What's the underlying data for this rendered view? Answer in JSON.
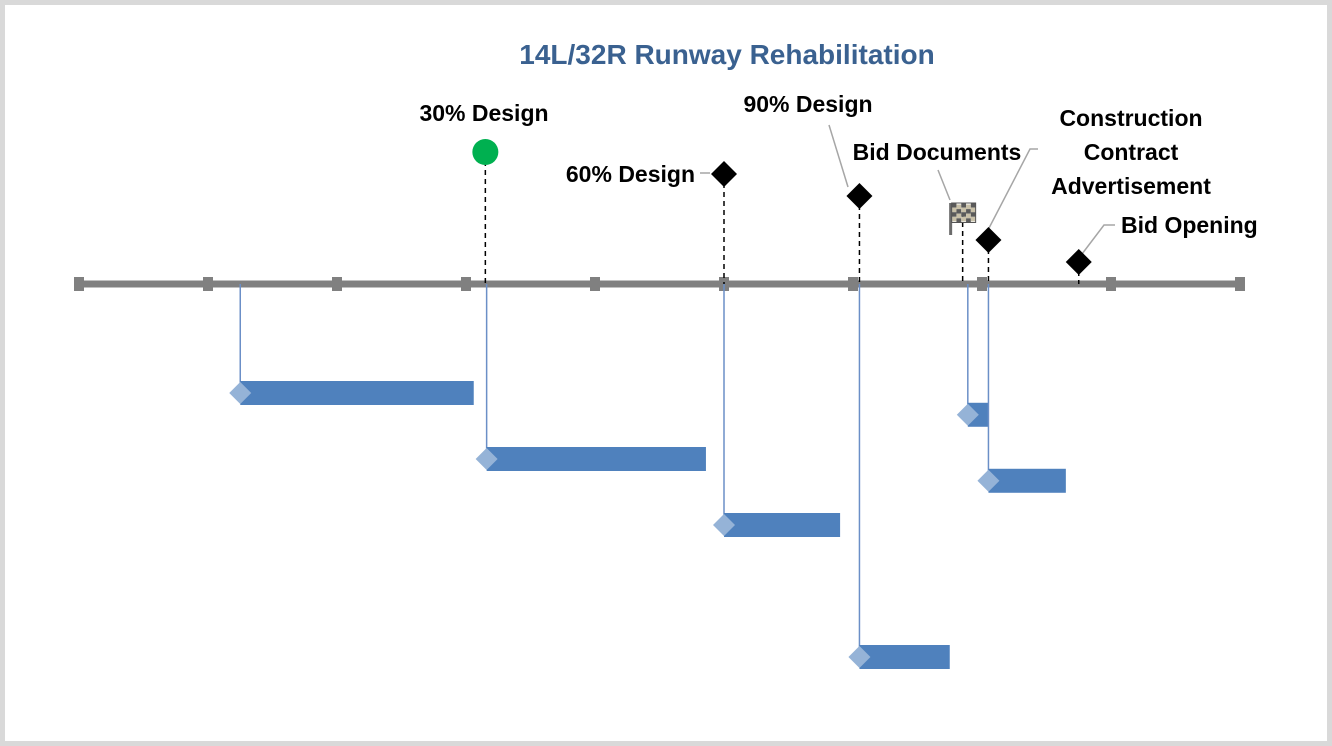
{
  "chart_data": {
    "type": "timeline",
    "title": "14L/32R Runway Rehabilitation",
    "axis": {
      "min": 0,
      "max": 9
    },
    "milestones": [
      {
        "label": "30% Design",
        "position": 3.15,
        "marker": "circle"
      },
      {
        "label": "60% Design",
        "position": 5.0,
        "marker": "diamond"
      },
      {
        "label": "90% Design",
        "position": 6.05,
        "marker": "diamond"
      },
      {
        "label": "Bid Documents",
        "position": 6.85,
        "marker": "flag"
      },
      {
        "label": "Construction\nContract\nAdvertisement",
        "position": 7.05,
        "marker": "diamond"
      },
      {
        "label": "Bid Opening",
        "position": 7.75,
        "marker": "diamond"
      }
    ],
    "tasks": [
      {
        "start": 1.25,
        "end": 3.06,
        "row": 1
      },
      {
        "start": 3.16,
        "end": 4.86,
        "row": 2
      },
      {
        "start": 5.0,
        "end": 5.9,
        "row": 3
      },
      {
        "start": 6.05,
        "end": 6.75,
        "row": 5
      },
      {
        "start": 6.89,
        "end": 7.05,
        "row": 1.33
      },
      {
        "start": 7.05,
        "end": 7.65,
        "row": 2.33
      }
    ],
    "colors": {
      "axis": "#808080",
      "task_bar": "#4f81bd",
      "task_start": "#95b3d7",
      "connector": "#6b8fc7",
      "milestone_diamond": "#000000",
      "milestone_circle": "#00b050",
      "title": "#3a6190",
      "leader": "#a6a6a6"
    }
  }
}
